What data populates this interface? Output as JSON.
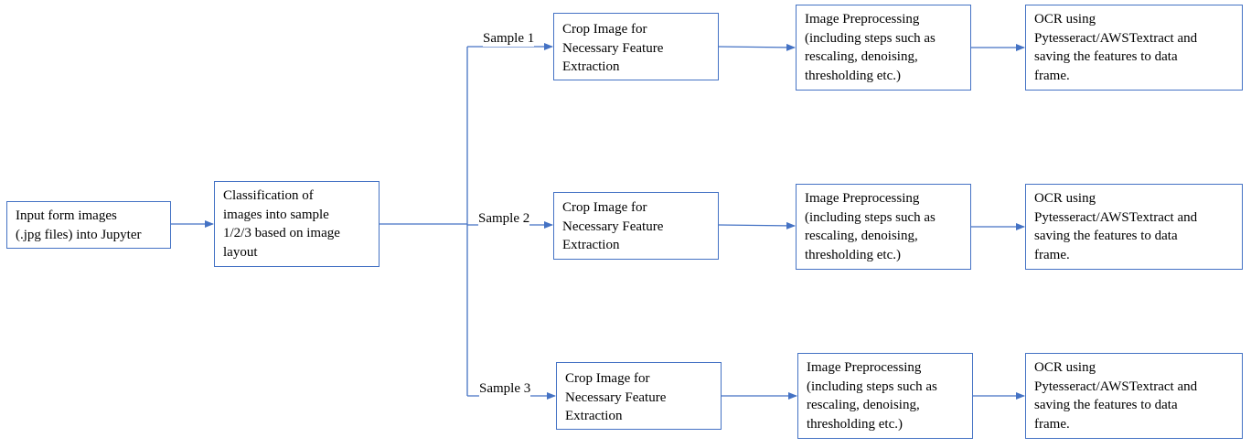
{
  "colors": {
    "connector": "#4472c4",
    "box_border": "#4472c4",
    "text": "#000000",
    "background": "#ffffff"
  },
  "nodes": {
    "input": {
      "lines": [
        "Input form images",
        "(.jpg files) into Jupyter"
      ]
    },
    "classification": {
      "lines": [
        "Classification of",
        "images into sample",
        "1/2/3 based on image",
        "layout"
      ]
    },
    "crop_1": {
      "lines": [
        "Crop Image for",
        "Necessary Feature",
        "Extraction"
      ]
    },
    "crop_2": {
      "lines": [
        "Crop Image for",
        "Necessary Feature",
        "Extraction"
      ]
    },
    "crop_3": {
      "lines": [
        "Crop Image for",
        "Necessary Feature",
        "Extraction"
      ]
    },
    "preprocess_1": {
      "lines": [
        "Image Preprocessing",
        "(including steps such as",
        "rescaling, denoising,",
        "thresholding etc.)"
      ]
    },
    "preprocess_2": {
      "lines": [
        "Image Preprocessing",
        "(including steps such as",
        "rescaling, denoising,",
        "thresholding etc.)"
      ]
    },
    "preprocess_3": {
      "lines": [
        "Image Preprocessing",
        "(including steps such as",
        "rescaling, denoising,",
        "thresholding etc.)"
      ]
    },
    "ocr_1": {
      "lines": [
        "OCR using",
        "Pytesseract/AWSTextract and",
        "saving the features to data",
        "frame."
      ]
    },
    "ocr_2": {
      "lines": [
        "OCR using",
        "Pytesseract/AWSTextract and",
        "saving the features to data",
        "frame."
      ]
    },
    "ocr_3": {
      "lines": [
        "OCR using",
        "Pytesseract/AWSTextract and",
        "saving the features to data",
        "frame."
      ]
    }
  },
  "branch_labels": {
    "sample_1": "Sample 1",
    "sample_2": "Sample 2",
    "sample_3": "Sample 3"
  }
}
